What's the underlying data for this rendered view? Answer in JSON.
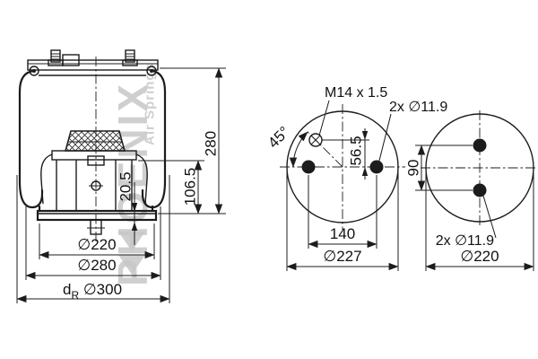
{
  "watermark": {
    "brand": "PHOENIX",
    "tagline": "Air Springs"
  },
  "side_view": {
    "dim_height": "280",
    "dim_piston_height": "106.5",
    "dim_plate": "20.5",
    "dim_dia_base": "∅220",
    "dim_dia_bellows": "∅280",
    "dr_prefix": "d",
    "dr_sub": "R",
    "dr_value": " ∅300"
  },
  "top_view": {
    "thread_label": "M14 x 1.5",
    "holes_label": "2x  ∅11.9",
    "angle_label": "45°",
    "offset_label": "56.5",
    "spacing_label": "140",
    "dia_label": "∅227"
  },
  "bottom_view": {
    "spacing_label": "90",
    "holes_label": "2x  ∅11.9",
    "dia_label": "∅220"
  }
}
